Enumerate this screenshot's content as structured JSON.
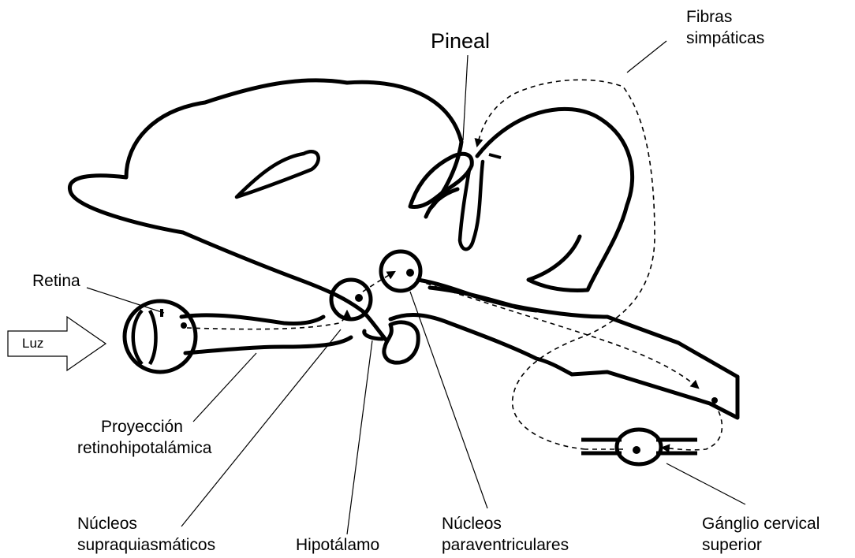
{
  "labels": {
    "pineal": "Pineal",
    "fibras_line1": "Fibras",
    "fibras_line2": "simpáticas",
    "retina": "Retina",
    "luz": "Luz",
    "proyeccion_line1": "Proyección",
    "proyeccion_line2": "retinohipotalámica",
    "supra_line1": "Núcleos",
    "supra_line2": "supraquiasmáticos",
    "hipotalamo": "Hipotálamo",
    "para_line1": "Núcleos",
    "para_line2": "paraventriculares",
    "ganglio_line1": "Gánglio cervical",
    "ganglio_line2": "superior"
  },
  "colors": {
    "stroke": "#000000",
    "background": "#ffffff"
  }
}
